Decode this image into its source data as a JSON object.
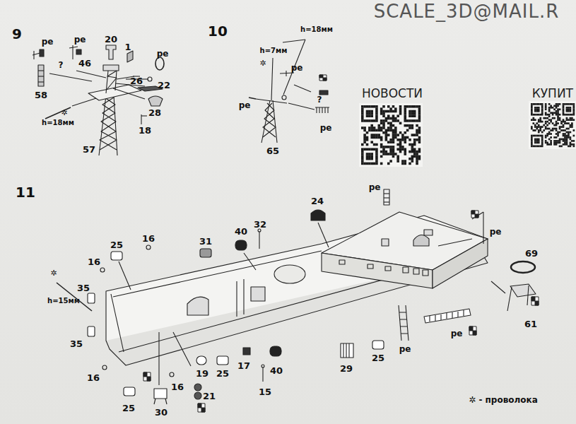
{
  "diagram": {
    "labels": [
      "SCALE_3D@MAIL.R",
      "9",
      "pe",
      "pe",
      "20",
      "1",
      "pe",
      "46",
      "?",
      "26",
      "22",
      "58",
      "✲",
      "h=18мм",
      "28",
      "18",
      "57",
      "10",
      "h=18мм",
      "h=7мм",
      "✲",
      "pe",
      "pe",
      "?",
      "pe",
      "65",
      "НОВОСТИ",
      "КУПИТ",
      "11",
      "24",
      "pe",
      "pe",
      "69",
      "40",
      "32",
      "25",
      "16",
      "31",
      "16",
      "35",
      "✲",
      "h=15мм",
      "61",
      "pe",
      "pe",
      "35",
      "29",
      "25",
      "17",
      "40",
      "16",
      "16",
      "19",
      "25",
      "15",
      "21",
      "25",
      "30",
      "✲ - проволока"
    ]
  }
}
